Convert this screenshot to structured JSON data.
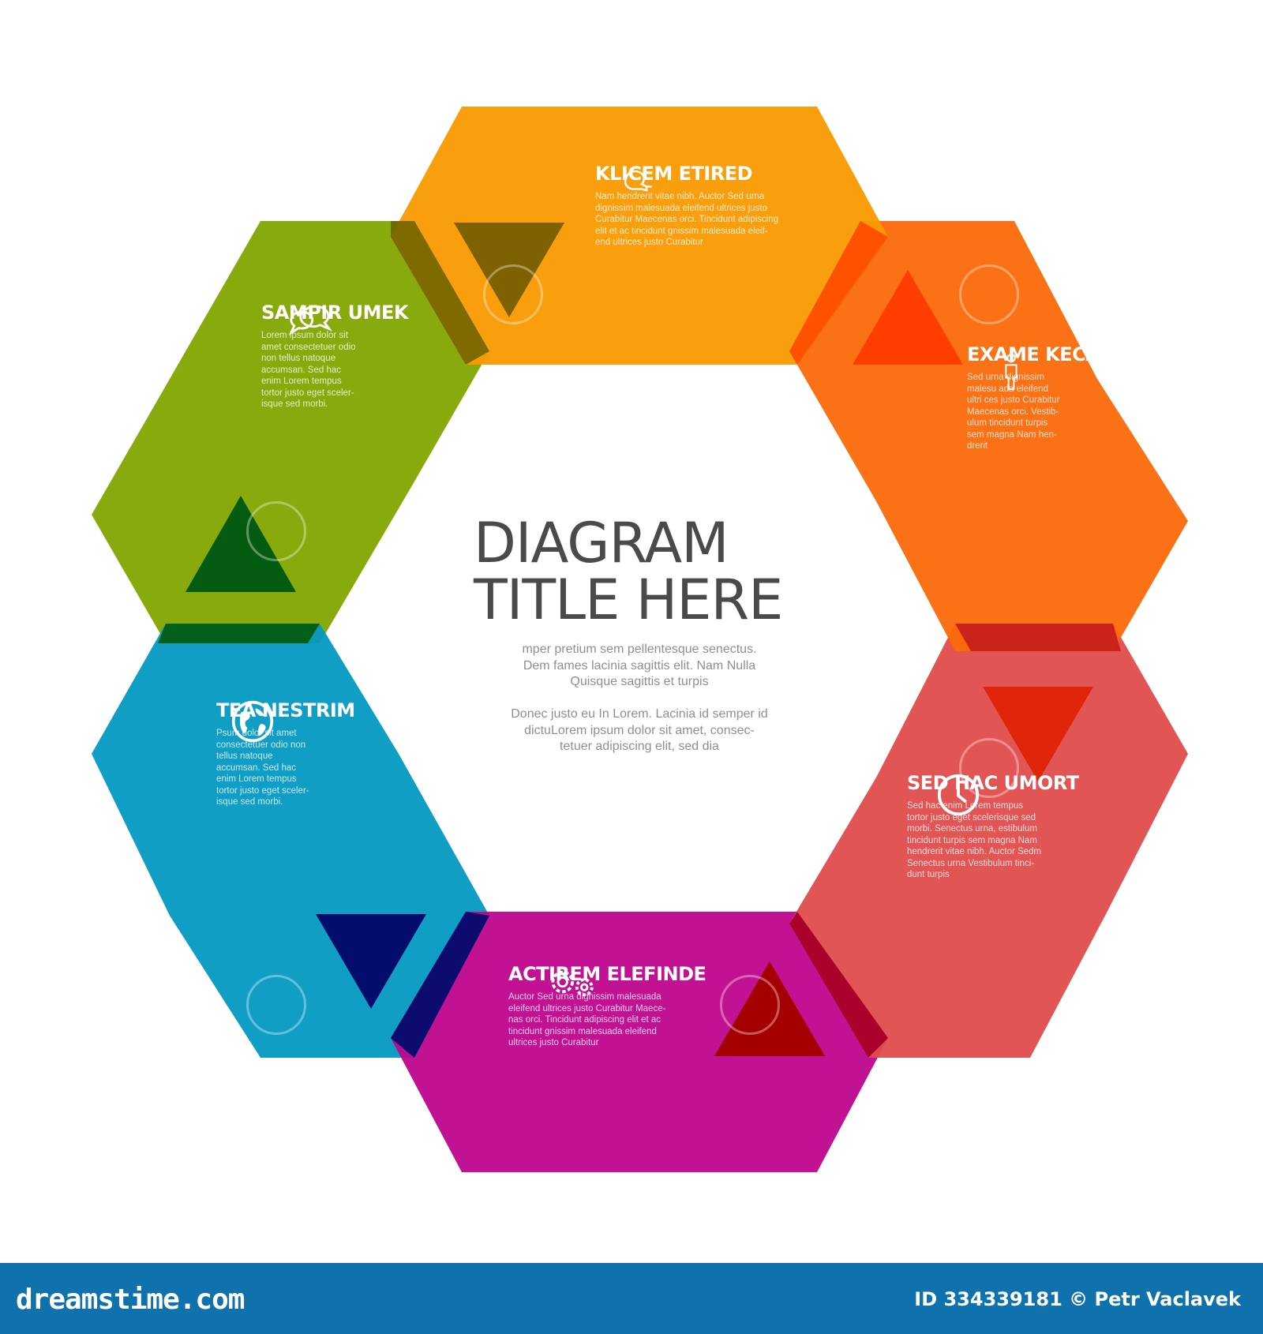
{
  "diagram": {
    "title_line1": "DIAGRAM",
    "title_line2": "TITLE HERE",
    "paragraph1": [
      "mper pretium sem pellentesque senectus.",
      "Dem fames lacinia sagittis elit. Nam Nulla",
      "Quisque sagittis et turpis"
    ],
    "paragraph2": [
      "Donec justo eu In Lorem. Lacinia id semper id",
      "dictuLorem ipsum dolor sit amet, consec-",
      "tetuer adipiscing elit, sed dia"
    ]
  },
  "segments": [
    {
      "id": "top",
      "color": "#f99a00",
      "arrow_color": "#7e6100",
      "icon": "lightbulb-icon",
      "title": "KLICEM ETIRED",
      "body": [
        "Nam hendrerit vitae nibh. Auctor Sed urna",
        "dignissim malesuada eleifend ultrices justo",
        "Curabitur Maecenas orci. Tincidunt adipiscing",
        "elit et ac tincidunt gnissim malesuada eleif-",
        "end ultrices justo Curabitur"
      ]
    },
    {
      "id": "upper-right",
      "color": "#fb6908",
      "arrow_color": "#fd3e00",
      "icon": "person-icon",
      "title": "EXAME KECAM",
      "body": [
        "Sed urna dignissim",
        "malesu ada eleifend",
        "ultri ces justo Curabitur",
        "Maecenas orci. Vestib-",
        "ulum tincidunt turpis",
        "sem magna Nam hen-",
        "drerit"
      ]
    },
    {
      "id": "lower-right",
      "color": "#e04c4c",
      "arrow_color": "#e0260a",
      "icon": "clock-icon",
      "title": "SED HAC UMORT",
      "body": [
        "Sed hac enim Lorem tempus",
        "tortor justo eget scelerisque sed",
        "morbi. Senectus urna, estibulum",
        "tincidunt turpis sem magna Nam",
        "hendrerit vitae nibh. Auctor Sedm",
        "Senectus urna Vestibulum tinci-",
        "dunt turpis"
      ]
    },
    {
      "id": "bottom",
      "color": "#bd058d",
      "arrow_color": "#a50000",
      "icon": "gears-icon",
      "title": "ACTIREM ELEFINDE",
      "body": [
        "Auctor Sed urna dignissim malesuada",
        "eleifend ultrices justo Curabitur Maece-",
        "nas orci. Tincidunt adipiscing elit et ac",
        "tincidunt gnissim malesuada eleifend",
        "ultrices justo Curabitur"
      ]
    },
    {
      "id": "lower-left",
      "color": "#0399c2",
      "arrow_color": "#020d6c",
      "icon": "globe-icon",
      "title": "TEA NESTRIM",
      "body": [
        "Psum dolor sit amet",
        "consectetuer odio non",
        "tellus natoque",
        "accumsan. Sed hac",
        "enim Lorem tempus",
        "tortor justo eget sceler-",
        "isque sed morbi."
      ]
    },
    {
      "id": "upper-left",
      "color": "#83a500",
      "arrow_color": "#035c10",
      "icon": "speech-bubbles-icon",
      "title": "SAMPIR UMEK",
      "body": [
        "Lorem ipsum dolor sit",
        "amet consectetuer odio",
        "non tellus natoque",
        "accumsan. Sed hac",
        "enim Lorem tempus",
        "tortor justo eget sceler-",
        "isque sed morbi."
      ]
    }
  ],
  "footer": {
    "brand": "dreamstime.com",
    "credit": "ID 334339181 © Petr Vaclavek",
    "color": "#0f72ad"
  }
}
